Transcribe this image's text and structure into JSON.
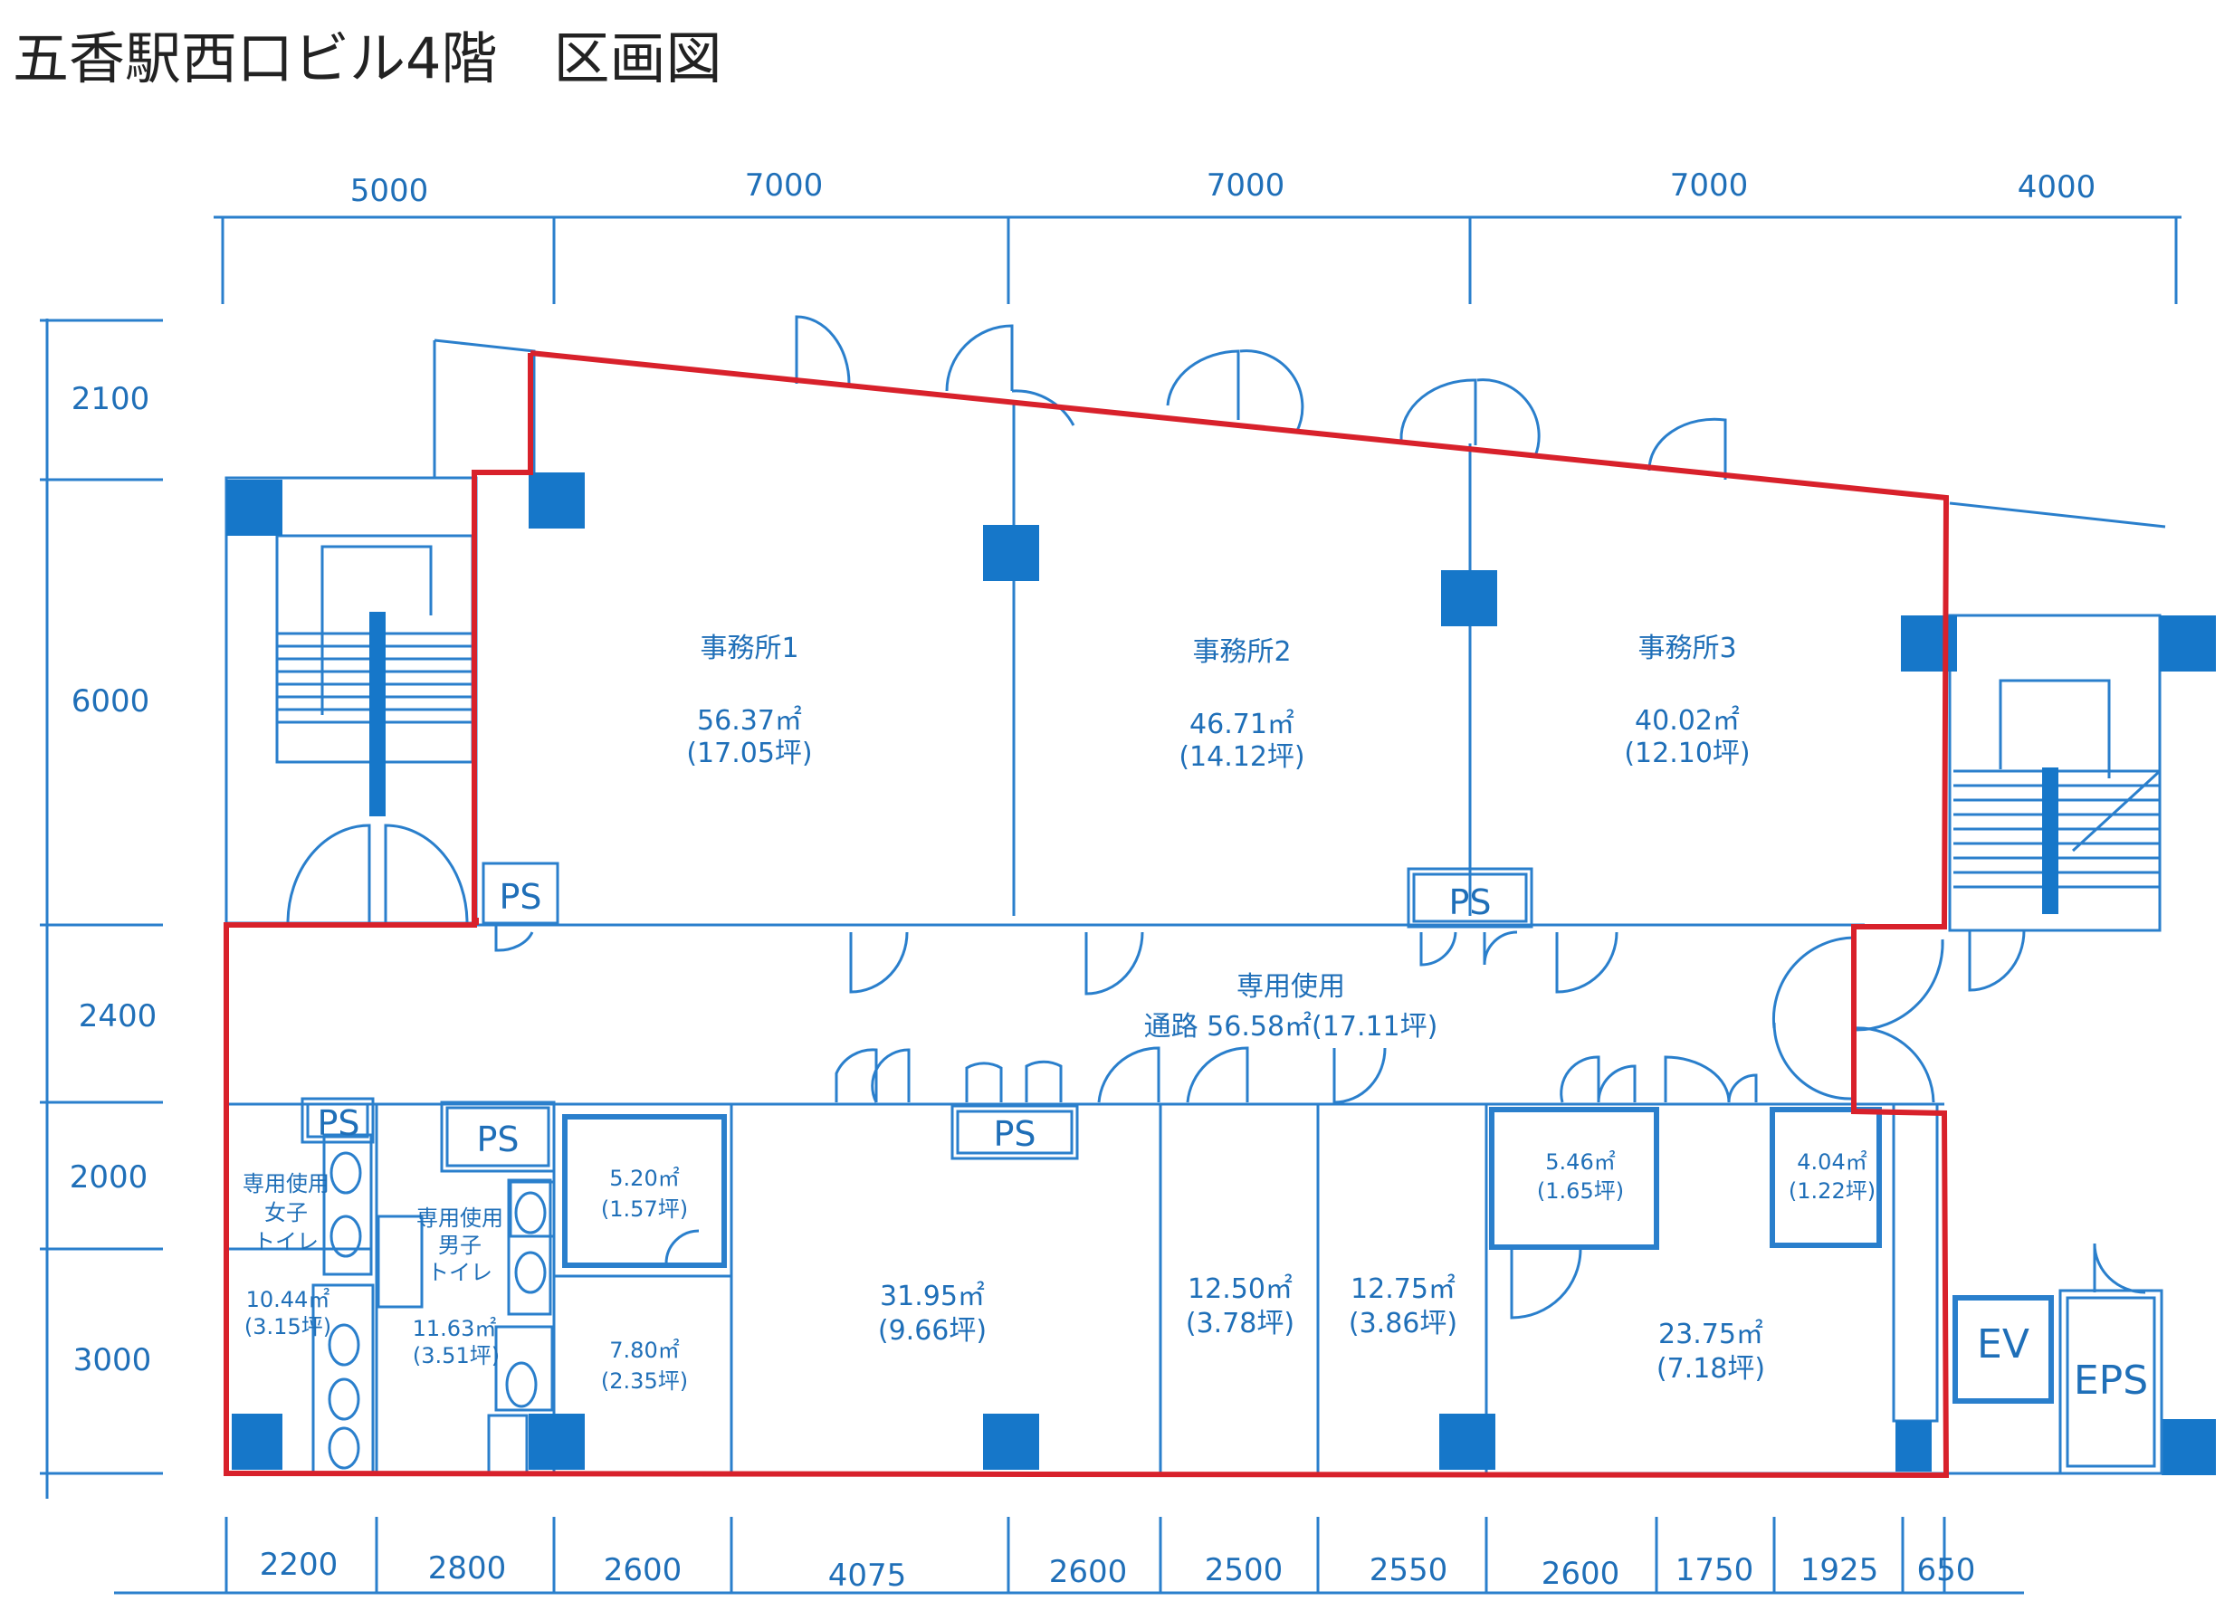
{
  "title": "五香駅西口ビル4階　区画図",
  "dimensions_top": [
    "5000",
    "7000",
    "7000",
    "7000",
    "4000"
  ],
  "dimensions_left": [
    "2100",
    "6000",
    "2400",
    "2000",
    "3000"
  ],
  "dimensions_bottom": [
    "2200",
    "2800",
    "2600",
    "4075",
    "2600",
    "2500",
    "2550",
    "2600",
    "1750",
    "1925",
    "650"
  ],
  "offices": [
    {
      "name": "事務所1",
      "area": "56.37㎡",
      "tsubo": "(17.05坪)"
    },
    {
      "name": "事務所2",
      "area": "46.71㎡",
      "tsubo": "(14.12坪)"
    },
    {
      "name": "事務所3",
      "area": "40.02㎡",
      "tsubo": "(12.10坪)"
    }
  ],
  "corridor": {
    "line1": "専用使用",
    "line2": "通路 56.58㎡(17.11坪)"
  },
  "toilets": {
    "women": {
      "l1": "専用使用",
      "l2": "女子",
      "l3": "トイレ",
      "area": "10.44㎡",
      "tsubo": "(3.15坪)"
    },
    "men": {
      "l1": "専用使用",
      "l2": "男子",
      "l3": "トイレ",
      "area": "11.63㎡",
      "tsubo": "(3.51坪)"
    }
  },
  "rooms": [
    {
      "area": "5.20㎡",
      "tsubo": "(1.57坪)"
    },
    {
      "area": "7.80㎡",
      "tsubo": "(2.35坪)"
    },
    {
      "area": "31.95㎡",
      "tsubo": "(9.66坪)"
    },
    {
      "area": "12.50㎡",
      "tsubo": "(3.78坪)"
    },
    {
      "area": "12.75㎡",
      "tsubo": "(3.86坪)"
    },
    {
      "area": "5.46㎡",
      "tsubo": "(1.65坪)"
    },
    {
      "area": "4.04㎡",
      "tsubo": "(1.22坪)"
    },
    {
      "area": "23.75㎡",
      "tsubo": "(7.18坪)"
    }
  ],
  "labels": {
    "ps": "PS",
    "ev": "EV",
    "eps": "EPS"
  },
  "colors": {
    "line": "#2a7fcc",
    "column": "#1677c9",
    "boundary": "#d8212b",
    "text": "#1f6fb8"
  }
}
